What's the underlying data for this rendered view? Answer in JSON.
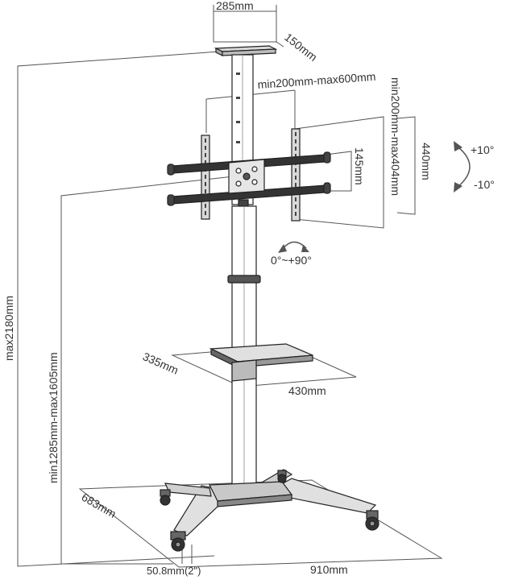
{
  "labels": {
    "top_width": "285mm",
    "top_depth": "150mm",
    "vesa_horizontal": "min200mm-max600mm",
    "vesa_vertical": "min200mm-max404mm",
    "arm_spacing": "145mm",
    "bracket_height": "440mm",
    "tilt_up": "+10°",
    "tilt_down": "-10°",
    "rotation": "0°~+90°",
    "max_height": "max2180mm",
    "height_range": "min1285mm-max1605mm",
    "shelf_depth": "335mm",
    "shelf_width": "430mm",
    "base_depth": "683mm",
    "base_width": "910mm",
    "caster_diameter": "50.8mm(2\")"
  },
  "colors": {
    "line": "#555555",
    "dark": "#222222",
    "metal": "#d9d9d9",
    "shade": "#a8a8a8"
  }
}
